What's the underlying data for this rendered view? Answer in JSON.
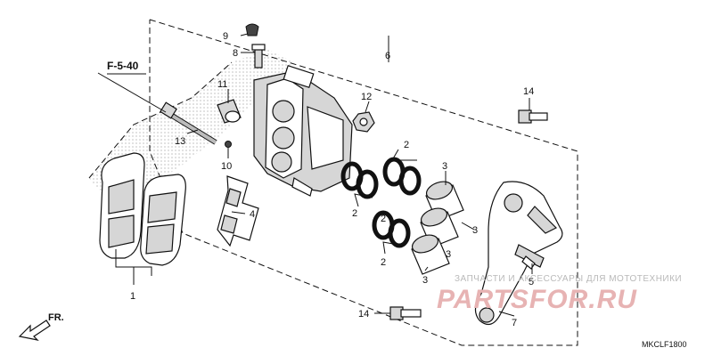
{
  "diagram": {
    "reference_label": "F-5-40",
    "front_label": "FR.",
    "diagram_code": "MKCLF1800",
    "callouts": [
      "1",
      "2",
      "2",
      "2",
      "2",
      "3",
      "3",
      "3",
      "3",
      "4",
      "5",
      "6",
      "7",
      "8",
      "9",
      "10",
      "11",
      "12",
      "13",
      "14",
      "14"
    ],
    "watermark": {
      "caption": "ЗАПЧАСТИ И АКСЕССУАРЫ ДЛЯ МОТОТЕХНИКИ",
      "logo": "PARTSFOR.RU"
    },
    "colors": {
      "line": "#111111",
      "part_fill": "#ffffff",
      "shade_fill": "#d6d6d6",
      "watermark_logo": "#e7b3b3",
      "watermark_caption": "#b9b9b9"
    }
  }
}
